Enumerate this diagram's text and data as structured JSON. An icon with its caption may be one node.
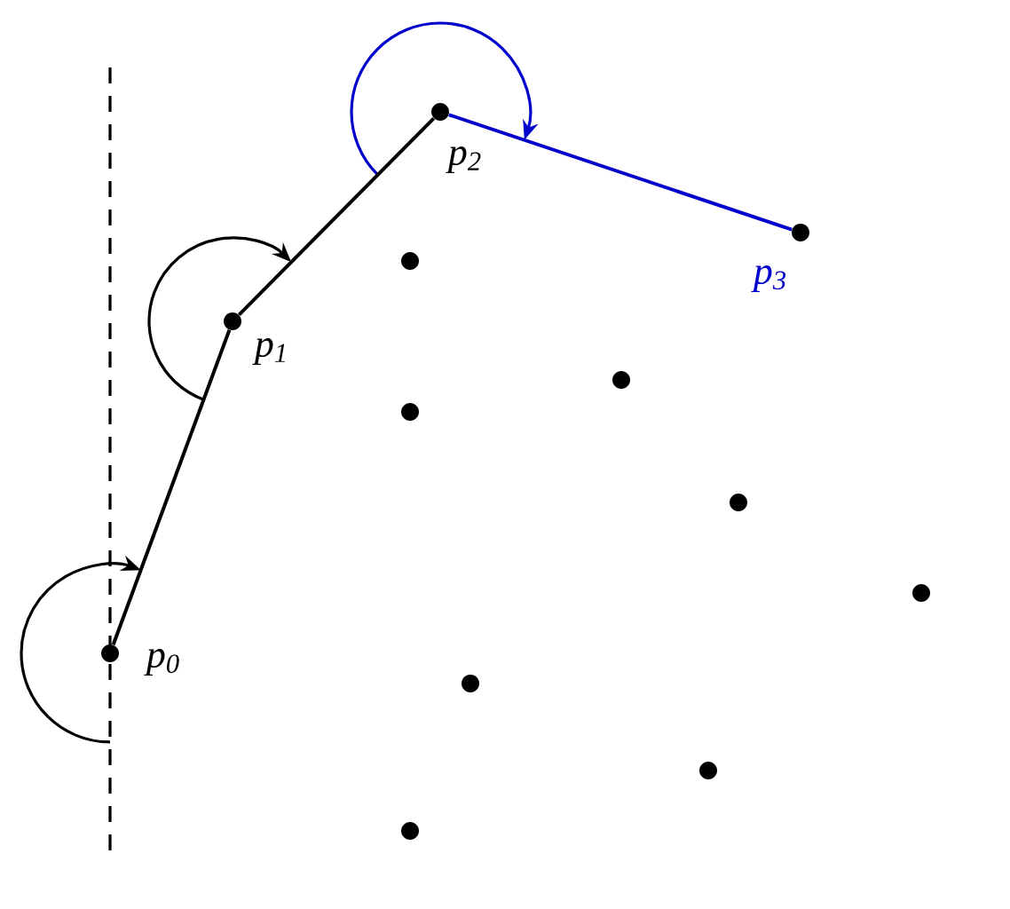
{
  "diagram": {
    "nodes": [
      {
        "text": [],
        "shape": "circle",
        "beside": [
          "p$_{0}$"
        ]
      },
      {
        "text": [],
        "shape": "circle",
        "beside": [
          "p$_{1}$"
        ]
      },
      {
        "text": [],
        "shape": "circle",
        "beside": [
          "p$_{2}$"
        ]
      },
      {
        "text": [],
        "shape": "circle",
        "beside": [
          "p$_{3}$"
        ]
      },
      {
        "text": [],
        "shape": "circle"
      },
      {
        "text": [],
        "shape": "circle"
      },
      {
        "text": [],
        "shape": "circle"
      },
      {
        "text": [],
        "shape": "circle"
      },
      {
        "text": [],
        "shape": "circle"
      },
      {
        "text": [],
        "shape": "circle"
      },
      {
        "text": [],
        "shape": "circle"
      },
      {
        "text": [],
        "shape": "circle"
      }
    ],
    "edges": [
      {
        "from": 0,
        "to": 1,
        "arrow": "none"
      },
      {
        "from": 1,
        "to": 2,
        "arrow": "none"
      },
      {
        "from": 2,
        "to": 3,
        "arrow": "none",
        "color": "#0000cc"
      }
    ]
  }
}
